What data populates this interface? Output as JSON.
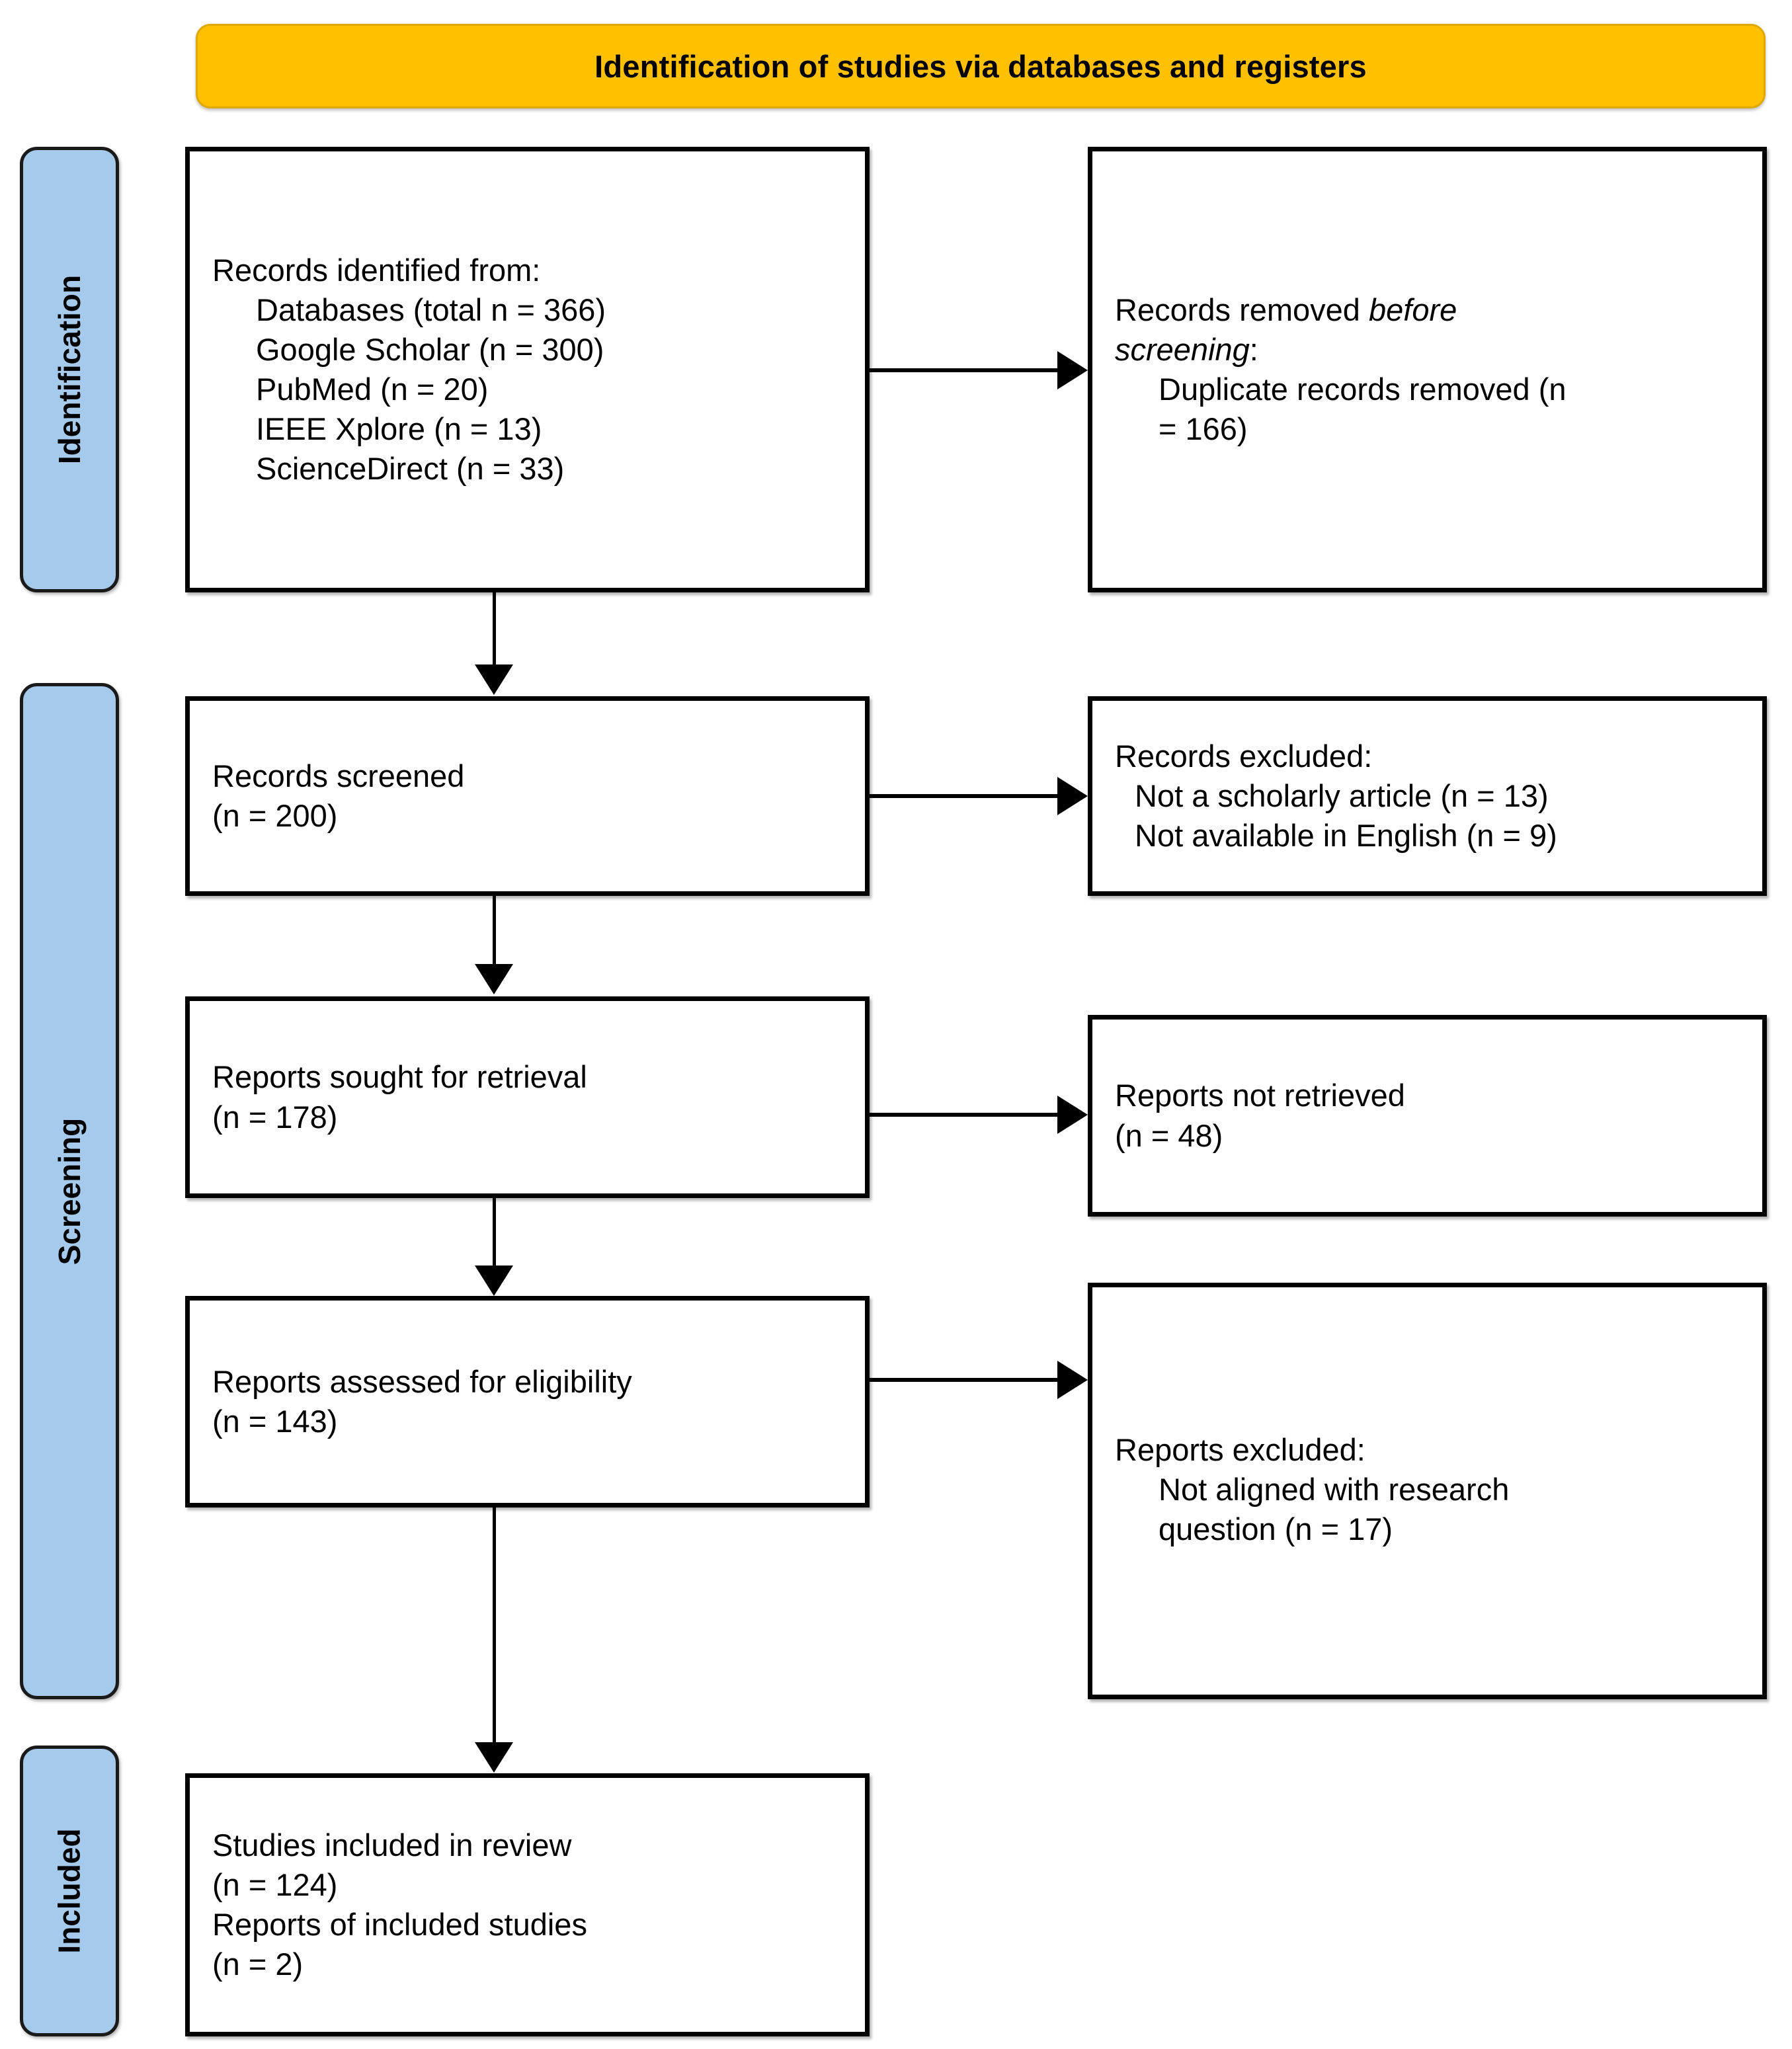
{
  "banner": {
    "title": "Identification of studies via databases and registers"
  },
  "stages": [
    {
      "id": "identification",
      "label": "Identification"
    },
    {
      "id": "screening",
      "label": "Screening"
    },
    {
      "id": "included",
      "label": "Included"
    }
  ],
  "boxes": {
    "identified": {
      "lines": [
        "Records identified from:",
        "Databases (total n = 366)",
        "Google Scholar (n = 300)",
        "PubMed (n = 20)",
        "IEEE Xplore (n = 13)",
        "ScienceDirect (n = 33)"
      ]
    },
    "removed": {
      "line1_plain": "Records removed ",
      "line1_italic": "before",
      "line2_italic": "screening",
      "line2_plain": ":",
      "line3": "Duplicate records removed (n",
      "line4": "= 166)"
    },
    "screened": {
      "lines": [
        "Records screened",
        "(n = 200)"
      ]
    },
    "records_excluded": {
      "lines": [
        "Records excluded:",
        "Not a scholarly article (n = 13)",
        "Not available in English (n = 9)"
      ]
    },
    "sought": {
      "lines": [
        "Reports sought for retrieval",
        "(n = 178)"
      ]
    },
    "not_retrieved": {
      "lines": [
        "Reports not retrieved",
        "(n = 48)"
      ]
    },
    "assessed": {
      "lines": [
        "Reports assessed for eligibility",
        "(n = 143)"
      ]
    },
    "reports_excluded": {
      "lines": [
        "Reports excluded:",
        "Not aligned with research",
        "question (n = 17)"
      ]
    },
    "included": {
      "lines": [
        "Studies included in review",
        "(n = 124)",
        "Reports of included studies",
        "(n = 2)"
      ]
    }
  },
  "colors": {
    "banner_fill": "#FFC000",
    "stage_tab_fill": "#A6CAEC",
    "box_border": "#000000",
    "connector": "#000000"
  }
}
